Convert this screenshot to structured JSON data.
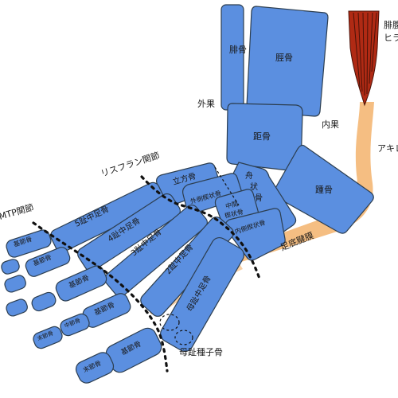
{
  "labels": {
    "fibula": "腓骨",
    "tibia": "脛骨",
    "calf_muscle_1": "腓腹",
    "calf_muscle_2": "ヒラ",
    "lateral_malleolus": "外果",
    "medial_malleolus": "内果",
    "talus": "距骨",
    "achilles": "アキレ",
    "calcaneus": "踵骨",
    "cuboid": "立方骨",
    "navicular_1": "舟",
    "navicular_2": "状",
    "navicular_3": "骨",
    "lateral_cuneiform": "外側楔状骨",
    "intermediate_cuneiform_1": "中間",
    "intermediate_cuneiform_2": "楔状骨",
    "medial_cuneiform": "内側楔状骨",
    "plantar_fascia": "足底腱膜",
    "lisfranc_joint": "リスフラン関節",
    "mtp_joint": "MTP関節",
    "metatarsal_5": "5趾中足骨",
    "metatarsal_4": "4趾中足骨",
    "metatarsal_3": "3趾中足骨",
    "metatarsal_2": "2趾中足骨",
    "metatarsal_1": "母趾中足骨",
    "proximal_phalanx": "基節骨",
    "middle_phalanx": "中節骨",
    "distal_phalanx": "末節骨",
    "sesamoid": "母趾種子骨"
  },
  "colors": {
    "bone": "#5b8fe0",
    "outline": "#2c3e50",
    "tendon": "#f5be82",
    "muscle": "#b02a14",
    "muscle_dark": "#6e1a0c"
  }
}
